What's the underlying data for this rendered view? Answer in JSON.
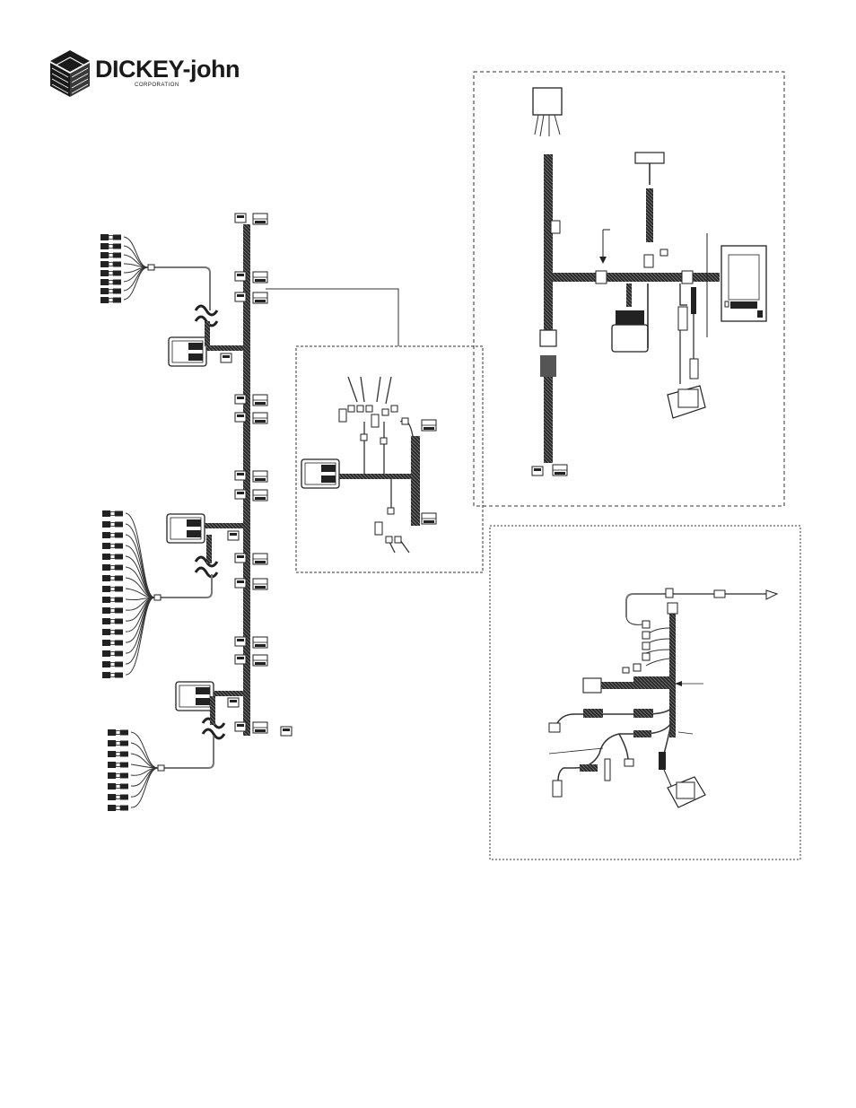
{
  "brand": {
    "name": "DICKEY-john",
    "sub": "CORPORATION",
    "logo_icon": "stacked-diamond-logo-icon"
  },
  "colors": {
    "ink": "#1a1a1a",
    "line": "#333333",
    "harness": "#2b2b2b",
    "paper": "#ffffff"
  },
  "panels": {
    "detail": "dashed-box-connector-detail",
    "cab": "dashed-box-cab-harness",
    "power": "dotted-box-power-harness"
  }
}
